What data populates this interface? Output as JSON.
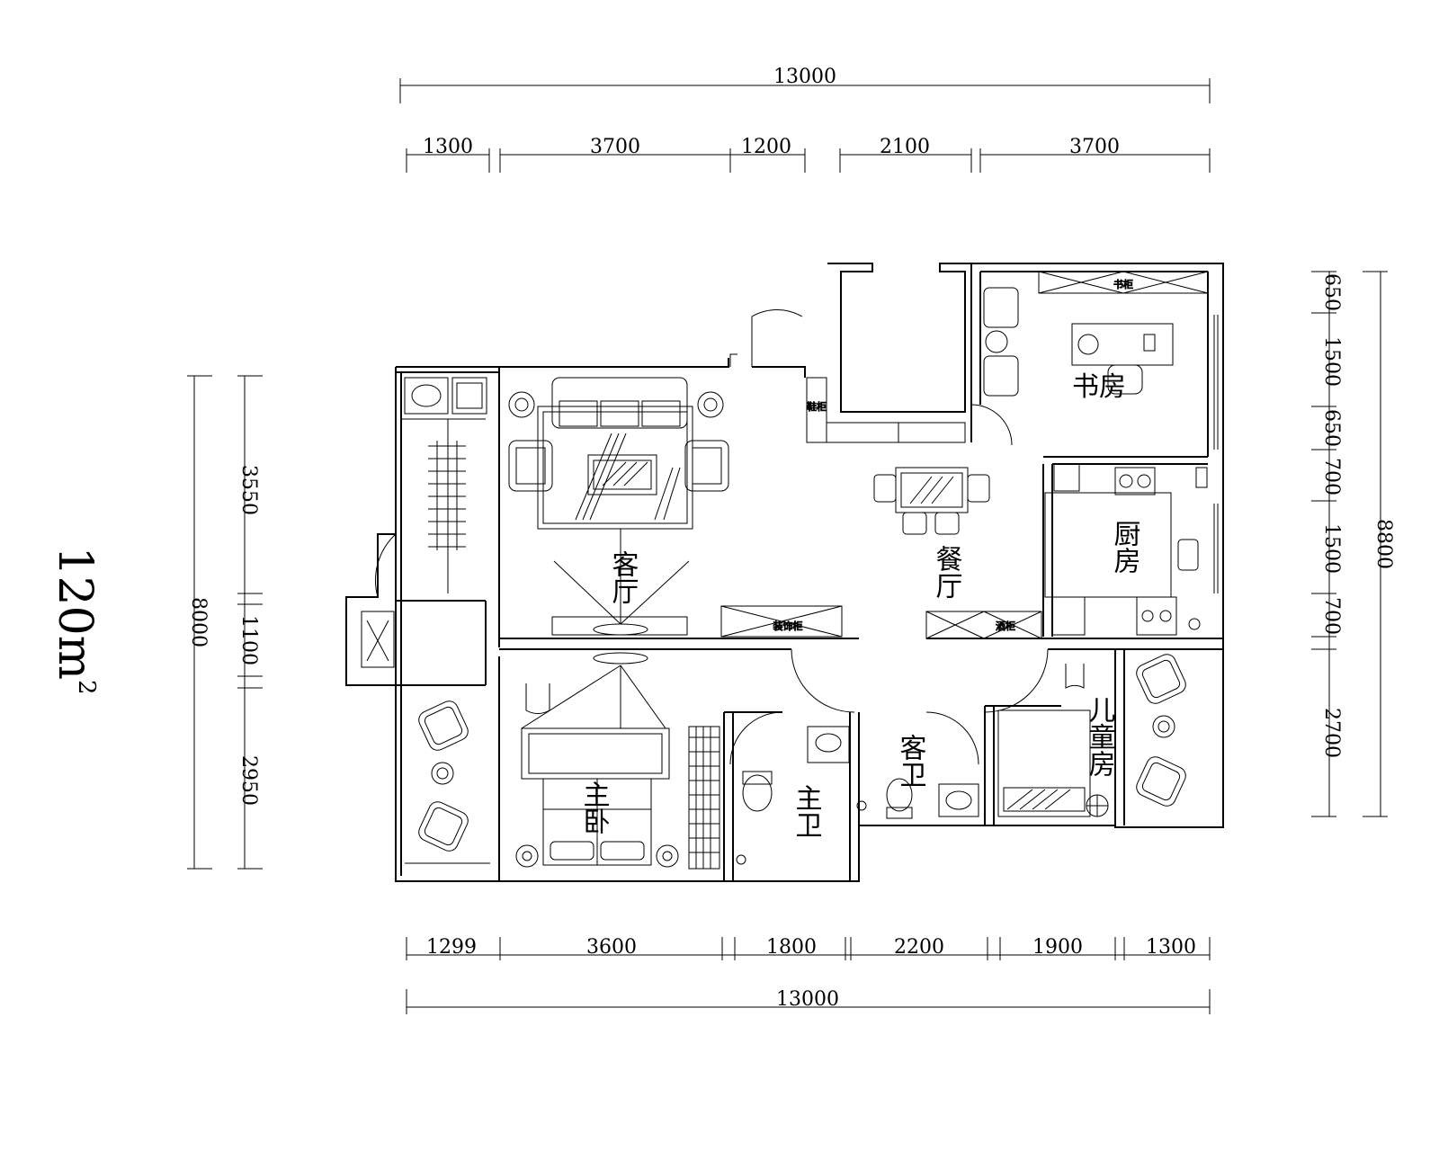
{
  "area_label": {
    "value": "120m",
    "sup": "2"
  },
  "dimensions": {
    "top_total": "13000",
    "top_segments": [
      "1300",
      "3700",
      "1200",
      "2100",
      "3700"
    ],
    "bottom_segments": [
      "1299",
      "3600",
      "1800",
      "2200",
      "1900",
      "1300"
    ],
    "bottom_total": "13000",
    "left_total": "8000",
    "left_segments": [
      "3550",
      "1100",
      "2950"
    ],
    "right_segments": [
      "650",
      "1500",
      "650",
      "700",
      "1500",
      "700",
      "2700"
    ],
    "right_total": "8800"
  },
  "rooms": {
    "living": "客厅",
    "dining": "餐厅",
    "study": "书房",
    "kitchen": "厨房",
    "master_bedroom": "主卧",
    "master_bath": "主卫",
    "guest_bath": "客卫",
    "kids_room": "儿童房"
  },
  "cabinet_labels": {
    "study_shelf": "书柜",
    "tv_cabinet": "装饰柜",
    "shoe_cabinet": "鞋柜",
    "wine_cabinet": "酒柜",
    "entry_cabinet": "鞋柜"
  }
}
